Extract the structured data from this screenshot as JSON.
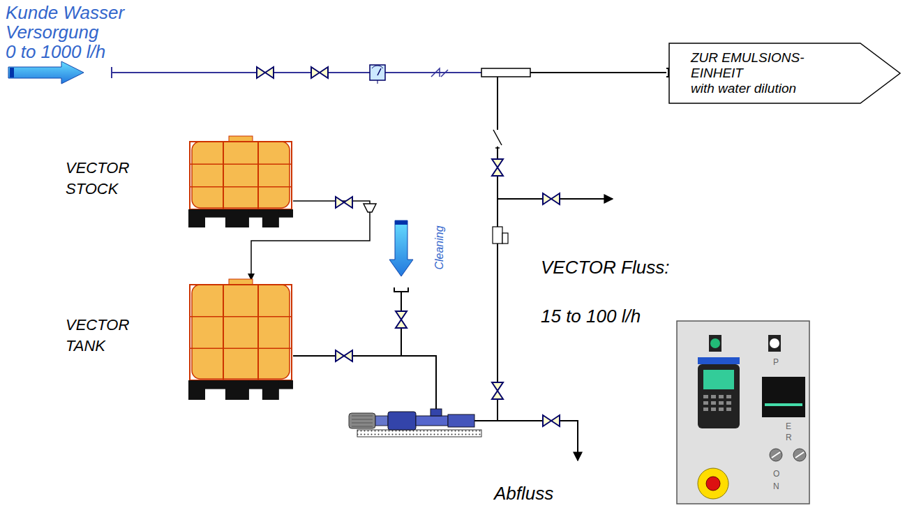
{
  "diagram": {
    "nodes": [
      {
        "text": [
          "ZUR EMULSIONS-EINHEIT",
          "with water dilution"
        ]
      },
      {
        "text": [
          "VECTOR STOCK"
        ]
      },
      {
        "text": [
          "VECTOR TANK"
        ]
      }
    ],
    "edges": [
      {
        "from": 1,
        "to": 2,
        "arrow": "to"
      }
    ],
    "labels": [
      "Kunde Wasser Versorgung",
      "0 to 1000 l/h",
      "Cleaning",
      "VECTOR Fluss:",
      "15 to 100 l/h",
      "Abfluss",
      "P",
      "E",
      "R",
      "O",
      "N"
    ]
  }
}
